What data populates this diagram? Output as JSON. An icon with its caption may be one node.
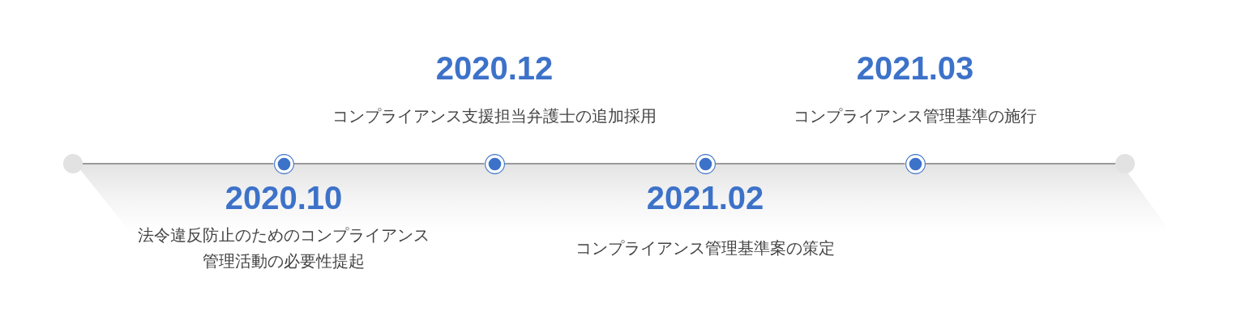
{
  "diagram": {
    "nodes": [
      {
        "text": [],
        "shape": "circle"
      },
      {
        "text": [],
        "shape": "circle",
        "beside": [
          "2020.10",
          "法令違反防止のためのコンプライアンス管理活動の必要性提起"
        ]
      },
      {
        "text": [],
        "shape": "circle",
        "beside": [
          "2020.12",
          "コンプライアンス支援担当弁護士の追加採用"
        ]
      },
      {
        "text": [],
        "shape": "circle",
        "beside": [
          "2021.02",
          "コンプライアンス管理基準案の策定"
        ]
      },
      {
        "text": [],
        "shape": "circle",
        "beside": [
          "2021.03",
          "コンプライアンス管理基準の施行"
        ]
      },
      {
        "text": [],
        "shape": "circle"
      }
    ],
    "edges": [
      {
        "from": 0,
        "to": 1,
        "arrow": "none"
      },
      {
        "from": 1,
        "to": 2,
        "arrow": "none"
      },
      {
        "from": 2,
        "to": 3,
        "arrow": "none"
      },
      {
        "from": 3,
        "to": 4,
        "arrow": "none"
      },
      {
        "from": 4,
        "to": 5,
        "arrow": "none"
      }
    ]
  }
}
